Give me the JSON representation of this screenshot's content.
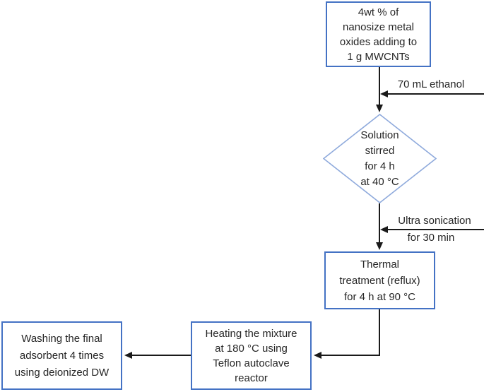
{
  "flowchart": {
    "colors": {
      "box_border": "#4472c4",
      "diamond_border": "#8faadc",
      "arrow_color": "#1a1a1a",
      "text_color": "#262626"
    },
    "nodes": {
      "metal_oxides": {
        "shape": "rectangle",
        "text": "4wt % of\nnanosize metal\noxides adding to\n1 g MWCNTs"
      },
      "solution_stirred": {
        "shape": "diamond",
        "text": "Solution\nstirred\nfor 4 h\nat 40 °C"
      },
      "thermal_treatment": {
        "shape": "rectangle",
        "text": "Thermal\ntreatment (reflux)\nfor 4 h at 90 °C"
      },
      "autoclave_heating": {
        "shape": "rectangle",
        "text": "Heating the mixture\nat 180 °C using\nTeflon autoclave\nreactor"
      },
      "washing": {
        "shape": "rectangle",
        "text": "Washing the final\nadsorbent 4 times\nusing deionized DW"
      }
    },
    "edge_labels": {
      "ethanol": "70 mL ethanol",
      "sonication_line1": "Ultra sonication",
      "sonication_line2": "for 30 min"
    },
    "edges": [
      {
        "from": "metal_oxides",
        "to": "solution_stirred",
        "side_input": "70 mL ethanol"
      },
      {
        "from": "solution_stirred",
        "to": "thermal_treatment",
        "side_input": "Ultra sonication for 30 min"
      },
      {
        "from": "thermal_treatment",
        "to": "autoclave_heating"
      },
      {
        "from": "autoclave_heating",
        "to": "washing"
      }
    ]
  }
}
